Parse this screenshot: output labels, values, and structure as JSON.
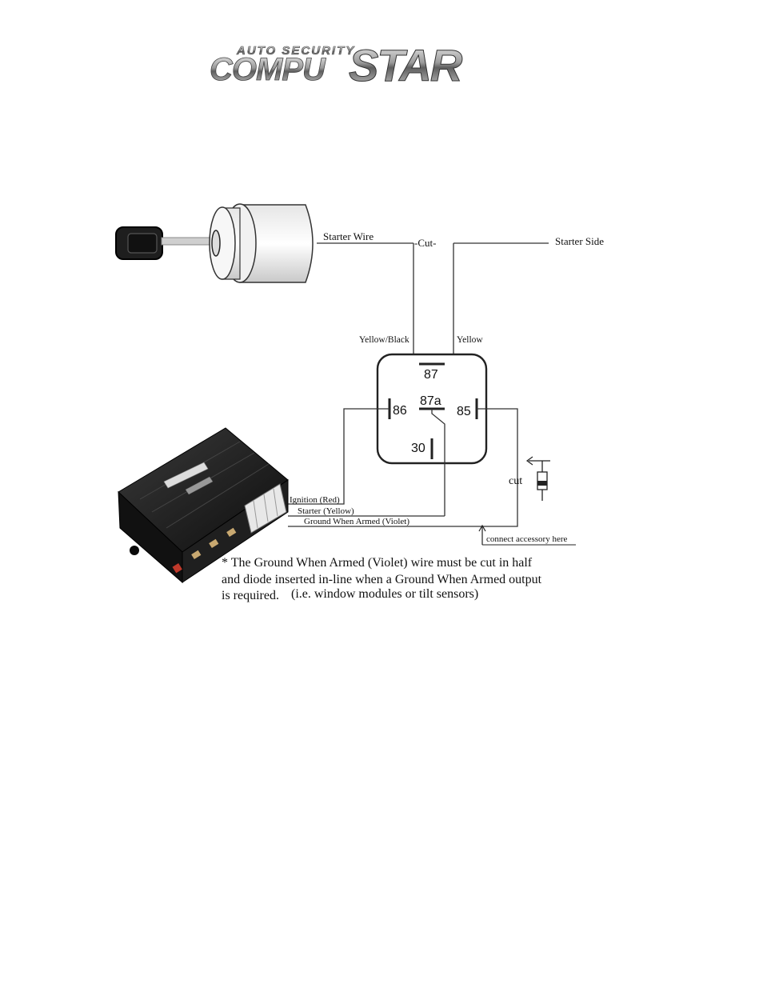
{
  "logo": {
    "top_text": "AUTO SECURITY",
    "word_left": "COMPU",
    "word_right": "STAR"
  },
  "labels": {
    "starter_wire": "Starter Wire",
    "cut_top": "-Cut-",
    "starter_side": "Starter Side",
    "yellow_black": "Yellow/Black",
    "yellow": "Yellow",
    "pin_87": "87",
    "pin_87a": "87a",
    "pin_86": "86",
    "pin_85": "85",
    "pin_30": "30",
    "cut_diode": "cut",
    "ignition": "Ignition (Red)",
    "starter_yellow": "Starter (Yellow)",
    "ground_armed": "Ground When Armed (Violet)",
    "connect_accessory": "connect accessory here"
  },
  "note": {
    "line1": "* The Ground When Armed (Violet) wire must be cut in half",
    "line2": "and diode inserted in-line when a Ground When Armed output",
    "line3_a": "is required.",
    "line3_b": "(i.e. window modules or tilt sensors)"
  },
  "colors": {
    "line": "#333333",
    "text": "#111111",
    "module_body": "#1a1a1a",
    "connector": "#e8e8e8"
  }
}
